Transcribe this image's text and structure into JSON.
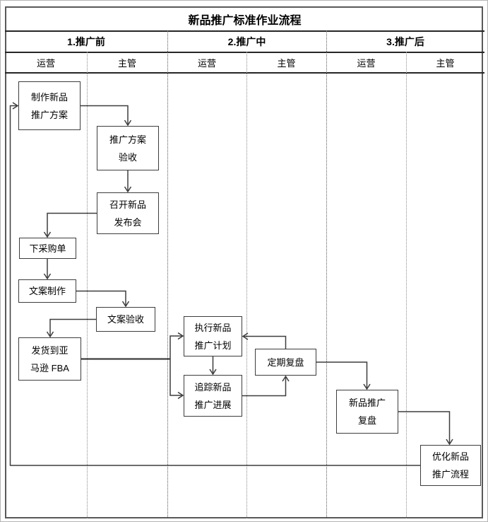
{
  "title": "新品推广标准作业流程",
  "header": {
    "phases": [
      {
        "label": "1.推广前"
      },
      {
        "label": "2.推广中"
      },
      {
        "label": "3.推广后"
      }
    ],
    "role_cells": [
      "运营",
      "主管",
      "运营",
      "主管",
      "运营",
      "主管"
    ]
  },
  "nodes": [
    {
      "id": "make-plan",
      "label": "制作新品\n推广方案",
      "phase": "1.推广前",
      "role": "运营"
    },
    {
      "id": "plan-acceptance",
      "label": "推广方案\n验收",
      "phase": "1.推广前",
      "role": "主管"
    },
    {
      "id": "launch-event",
      "label": "召开新品\n发布会",
      "phase": "1.推广前",
      "role": "主管"
    },
    {
      "id": "purchase-order",
      "label": "下采购单",
      "phase": "1.推广前",
      "role": "运营"
    },
    {
      "id": "copywriting",
      "label": "文案制作",
      "phase": "1.推广前",
      "role": "运营"
    },
    {
      "id": "copy-acceptance",
      "label": "文案验收",
      "phase": "1.推广前",
      "role": "主管"
    },
    {
      "id": "ship-to-fba",
      "label": "发货到亚\n马逊 FBA",
      "phase": "1.推广前",
      "role": "运营"
    },
    {
      "id": "execute-plan",
      "label": "执行新品\n推广计划",
      "phase": "2.推广中",
      "role": "运营"
    },
    {
      "id": "track-progress",
      "label": "追踪新品\n推广进展",
      "phase": "2.推广中",
      "role": "运营"
    },
    {
      "id": "regular-review",
      "label": "定期复盘",
      "phase": "2.推广中",
      "role": "主管"
    },
    {
      "id": "promotion-review",
      "label": "新品推广\n复盘",
      "phase": "3.推广后",
      "role": "运营"
    },
    {
      "id": "optimize-process",
      "label": "优化新品\n推广流程",
      "phase": "3.推广后",
      "role": "主管"
    }
  ],
  "edges": [
    {
      "from": "make-plan",
      "to": "plan-acceptance"
    },
    {
      "from": "plan-acceptance",
      "to": "launch-event"
    },
    {
      "from": "launch-event",
      "to": "purchase-order"
    },
    {
      "from": "purchase-order",
      "to": "copywriting"
    },
    {
      "from": "copywriting",
      "to": "copy-acceptance"
    },
    {
      "from": "copy-acceptance",
      "to": "ship-to-fba"
    },
    {
      "from": "ship-to-fba",
      "to": "execute-plan"
    },
    {
      "from": "ship-to-fba",
      "to": "track-progress"
    },
    {
      "from": "execute-plan",
      "to": "track-progress"
    },
    {
      "from": "track-progress",
      "to": "regular-review"
    },
    {
      "from": "regular-review",
      "to": "execute-plan"
    },
    {
      "from": "regular-review",
      "to": "promotion-review"
    },
    {
      "from": "promotion-review",
      "to": "optimize-process"
    },
    {
      "from": "optimize-process",
      "to": "make-plan"
    }
  ],
  "colors": {
    "line": "#3d3d3d",
    "box_border": "#3d3d3d",
    "header_line": "#262626",
    "frame": "#595959",
    "background": "#ffffff",
    "text": "#000000"
  }
}
